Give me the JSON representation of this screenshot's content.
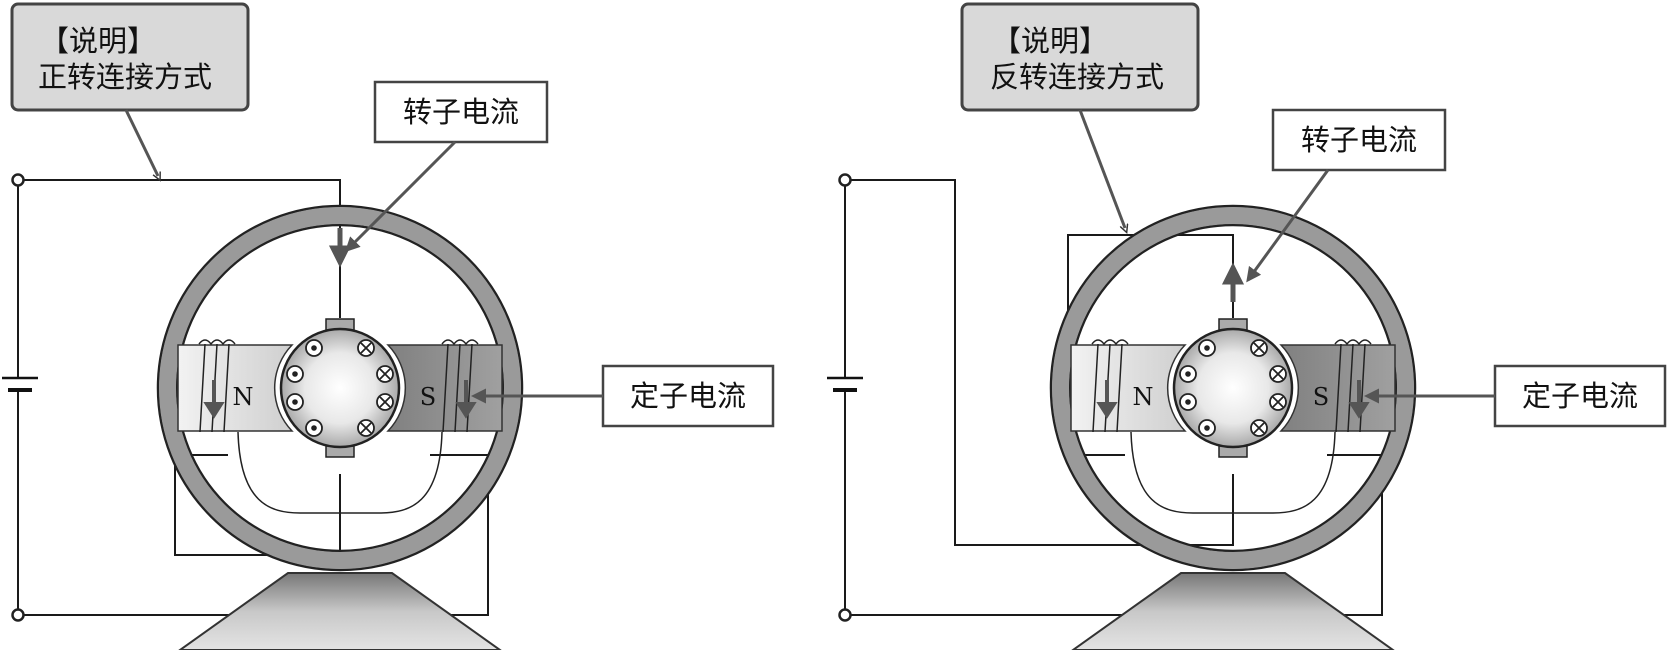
{
  "left_panel": {
    "note_title": "【说明】",
    "note_text": "正转连接方式",
    "rotor_current": "转子电流",
    "stator_current": "定子电流",
    "pole_n": "N",
    "pole_s": "S"
  },
  "right_panel": {
    "note_title": "【说明】",
    "note_text": "反转连接方式",
    "rotor_current": "转子电流",
    "stator_current": "定子电流",
    "pole_n": "N",
    "pole_s": "S"
  },
  "colors": {
    "frame_ring": "#9a9a9a",
    "n_pole": "#d6d6d6",
    "s_pole": "#8c8c8c",
    "note_box": "#d9d9d9",
    "arrow": "#555555"
  }
}
